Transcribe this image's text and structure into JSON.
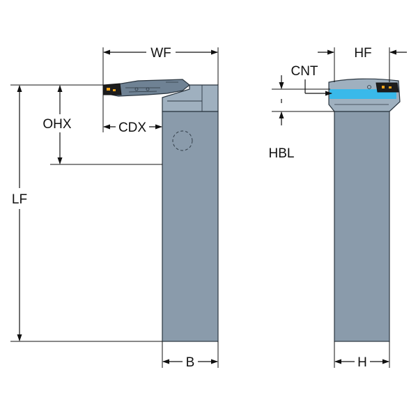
{
  "colors": {
    "body_fill": "#8a9bab",
    "body_dark": "#6f8294",
    "body_light": "#9fb0bf",
    "coolant_channel": "#39b9ea",
    "insert_accent": "#f2a31b",
    "line": "#111111"
  },
  "labels": {
    "wf": "WF",
    "ohx": "OHX",
    "cdx": "CDX",
    "lf": "LF",
    "b": "B",
    "cnt": "CNT",
    "hf": "HF",
    "hbl": "HBL",
    "h": "H"
  }
}
